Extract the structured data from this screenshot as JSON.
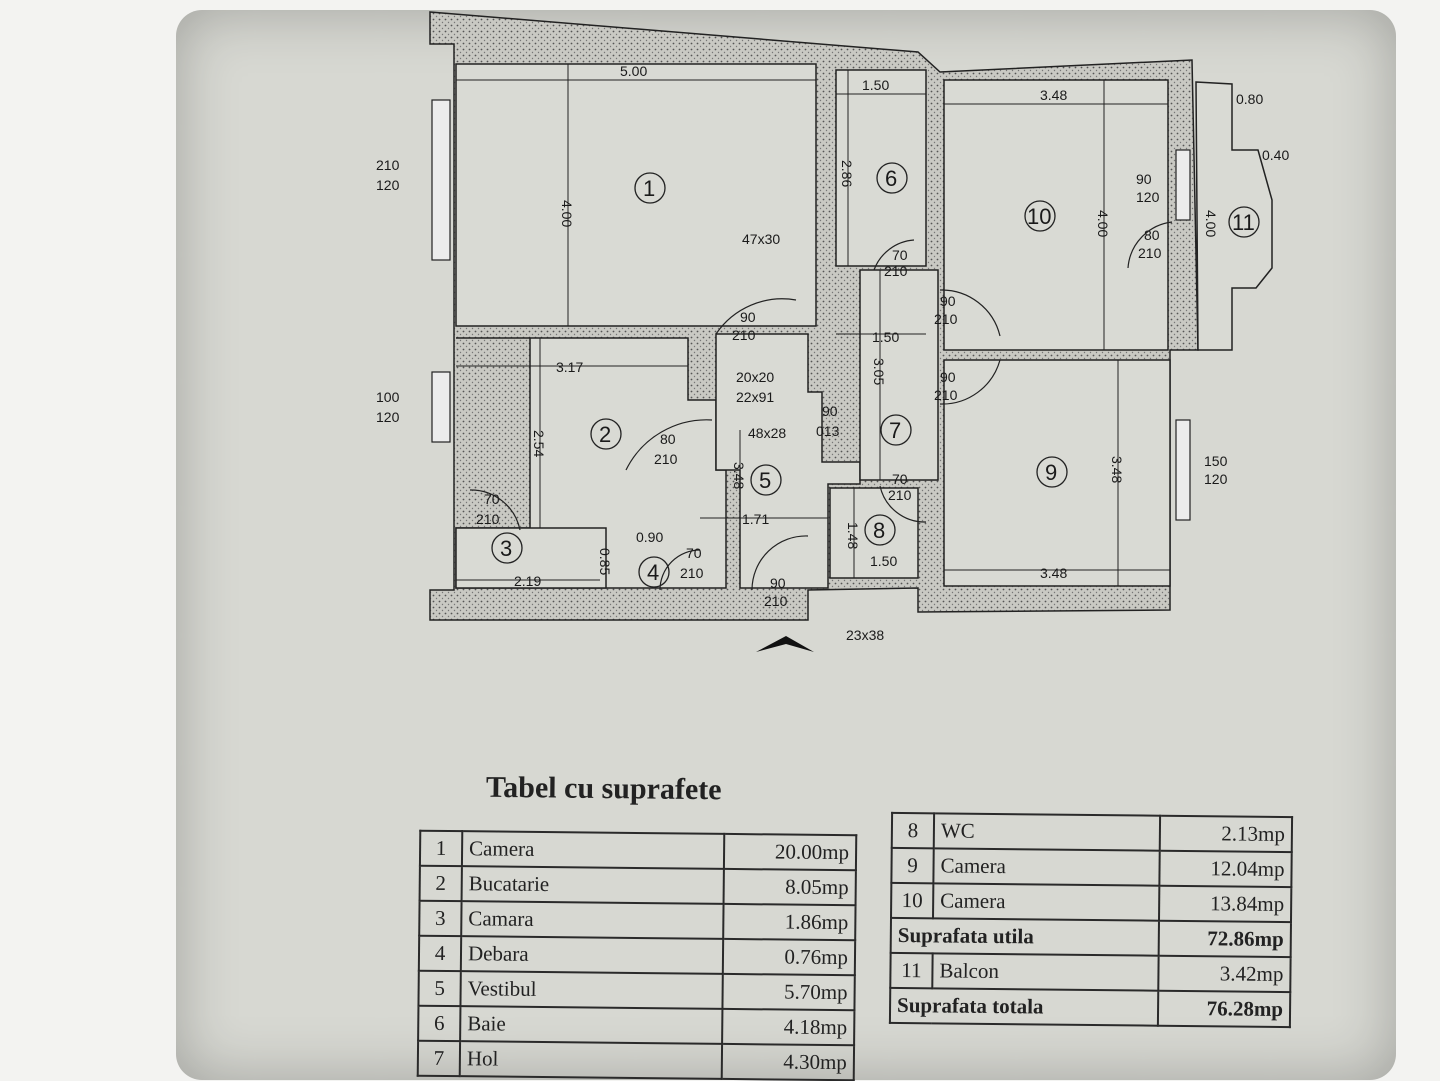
{
  "plan": {
    "title_dim": "23x38",
    "rooms": [
      "1",
      "2",
      "3",
      "4",
      "5",
      "6",
      "7",
      "8",
      "9",
      "10",
      "11"
    ],
    "dims": {
      "top_5_00": "5.00",
      "top_1_50": "1.50",
      "top_3_48": "3.48",
      "top_0_80": "0.80",
      "top_0_40": "0.40",
      "v_4_00": "4.00",
      "v_2_86": "2.86",
      "v_4_00b": "4.00",
      "v_4_00c": "4.00",
      "h_3_17": "3.17",
      "v_2_54": "2.54",
      "v_3_48": "3.48",
      "h_1_71": "1.71",
      "h_0_90": "0.90",
      "v_0_85": "0.85",
      "h_2_19": "2.19",
      "h_1_50_hall": "1.50",
      "v_3_05": "3.05",
      "v_1_48": "1.48",
      "h_1_50_wc": "1.50",
      "h_3_48_bot": "3.48",
      "v_3_48_r": "3.48",
      "d_47x30": "47x30",
      "d_20x20": "20x20",
      "d_22x91": "22x91",
      "d_48x28": "48x28",
      "d_23x38": "23x38",
      "d_90_013": "013",
      "d_90_top": "90",
      "w_210_120": [
        "210",
        "120"
      ],
      "w_100_120": [
        "100",
        "120"
      ],
      "w_150_120": [
        "150",
        "120"
      ],
      "w_90_120": [
        "90",
        "120"
      ],
      "door_70_210": [
        "70",
        "210"
      ],
      "door_90_210": [
        "90",
        "210"
      ],
      "door_80_210": [
        "80",
        "210"
      ]
    }
  },
  "table": {
    "title": "Tabel cu suprafete",
    "left_rows": [
      {
        "n": "1",
        "name": "Camera",
        "area": "20.00mp"
      },
      {
        "n": "2",
        "name": "Bucatarie",
        "area": "8.05mp"
      },
      {
        "n": "3",
        "name": "Camara",
        "area": "1.86mp"
      },
      {
        "n": "4",
        "name": "Debara",
        "area": "0.76mp"
      },
      {
        "n": "5",
        "name": "Vestibul",
        "area": "5.70mp"
      },
      {
        "n": "6",
        "name": "Baie",
        "area": "4.18mp"
      },
      {
        "n": "7",
        "name": "Hol",
        "area": "4.30mp"
      }
    ],
    "right_rows": [
      {
        "n": "8",
        "name": "WC",
        "area": "2.13mp"
      },
      {
        "n": "9",
        "name": "Camera",
        "area": "12.04mp"
      },
      {
        "n": "10",
        "name": "Camera",
        "area": "13.84mp"
      }
    ],
    "useful_label": "Suprafata utila",
    "useful_value": "72.86mp",
    "balcony": {
      "n": "11",
      "name": "Balcon",
      "area": "3.42mp"
    },
    "total_label": "Suprafata totala",
    "total_value": "76.28mp"
  }
}
